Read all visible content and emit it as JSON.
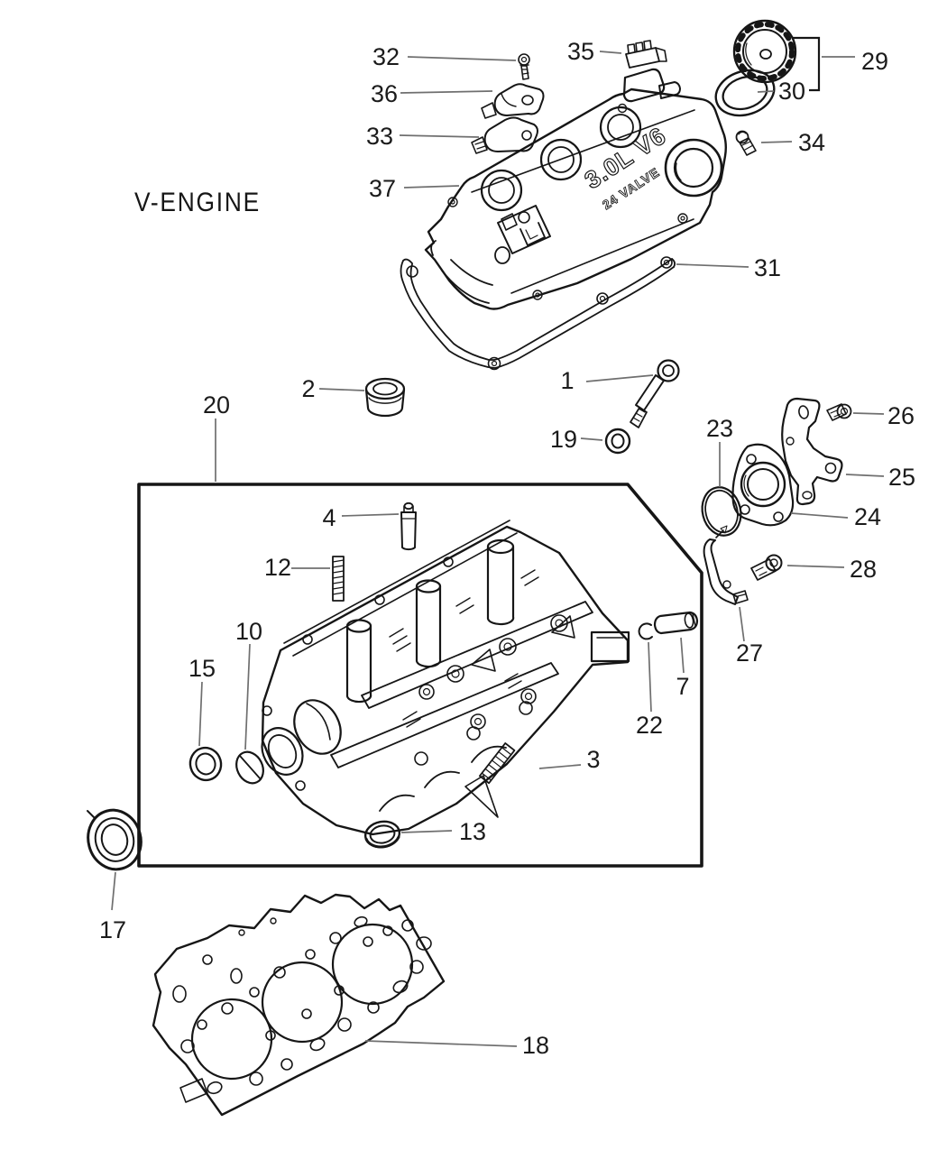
{
  "title": "V-ENGINE",
  "cover_markings": {
    "line1": "3.0L V6",
    "line2": "24 VALVE"
  },
  "callouts": {
    "c1": "1",
    "c2": "2",
    "c3": "3",
    "c4": "4",
    "c7": "7",
    "c10": "10",
    "c12": "12",
    "c13": "13",
    "c15": "15",
    "c17": "17",
    "c18": "18",
    "c19": "19",
    "c20": "20",
    "c22": "22",
    "c23": "23",
    "c24": "24",
    "c25": "25",
    "c26": "26",
    "c27": "27",
    "c28": "28",
    "c29": "29",
    "c30": "30",
    "c31": "31",
    "c32": "32",
    "c33": "33",
    "c34": "34",
    "c35": "35",
    "c36": "36",
    "c37": "37"
  },
  "colors": {
    "line": "#161616",
    "leader": "#6f6f6f",
    "label": "#1b1b1b",
    "background": "#ffffff"
  }
}
